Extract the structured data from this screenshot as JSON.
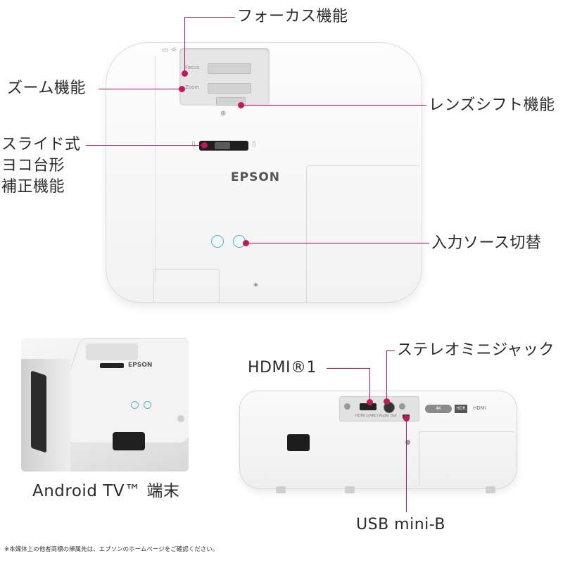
{
  "callouts": {
    "focus": "フォーカス機能",
    "zoom": "ズーム機能",
    "keystone_line1": "スライド式",
    "keystone_line2": "ヨコ台形",
    "keystone_line3": "補正機能",
    "lens_shift": "レンズシフト機能",
    "input_source": "入力ソース切替",
    "hdmi": "HDMI®1",
    "stereo_jack": "ステレオミニジャック",
    "usb": "USB mini-B"
  },
  "caption": {
    "android_tv": "Android TV™ 端末"
  },
  "projector": {
    "brand": "EPSON",
    "lever_focus": "Focus",
    "lever_zoom": "Zoom",
    "rear_port_label": "HDMI 1(ARC)  Audio Out",
    "rear_badges": [
      "HDR",
      "HDMI"
    ]
  },
  "footnote": "※本媒体上の他者商標の帰属先は、エプソンのホームページをご確認ください。",
  "colors": {
    "accent": "#c2185b",
    "text": "#2a2a2a"
  }
}
